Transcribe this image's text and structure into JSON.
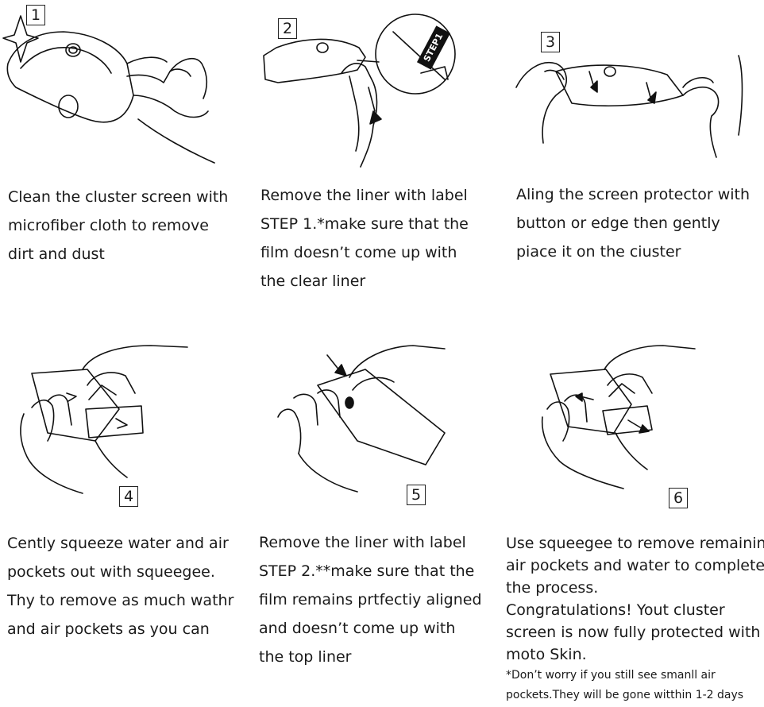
{
  "steps": [
    {
      "number": "1",
      "icon": "clean-cluster-illustration",
      "lines": [
        "Clean the cluster screen with",
        "microfiber cloth to remove",
        "dirt and dust"
      ]
    },
    {
      "number": "2",
      "icon": "remove-liner-step1-illustration",
      "badge": "STEP1",
      "lines": [
        "Remove the liner with label",
        "STEP 1.*make sure that the",
        "film doesn’t come up with",
        "the clear liner"
      ]
    },
    {
      "number": "3",
      "icon": "align-protector-illustration",
      "lines": [
        "Aling the screen protector with",
        "button or edge then gently",
        "piace it on the ciuster"
      ]
    },
    {
      "number": "4",
      "icon": "squeegee-illustration",
      "lines": [
        "Cently squeeze water and air",
        "pockets out with squeegee.",
        "Thy to remove as much wathr",
        "and air pockets as you can"
      ]
    },
    {
      "number": "5",
      "icon": "remove-liner-step2-illustration",
      "lines": [
        "Remove the liner with label",
        "STEP 2.**make sure that the",
        "film remains prtfectiy aligned",
        "and doesn’t come up with",
        "the top liner"
      ]
    },
    {
      "number": "6",
      "icon": "final-squeegee-illustration",
      "lines": [
        "Use squeegee to remove remaining",
        "air pockets and water to complete",
        "the process.",
        "Congratulations! Yout cluster",
        "screen is now fully protected with",
        "moto Skin."
      ],
      "note_lines": [
        "*Don’t worry if you still see smanll air",
        "pockets.They will be gone witthin 1-2 days"
      ]
    }
  ]
}
